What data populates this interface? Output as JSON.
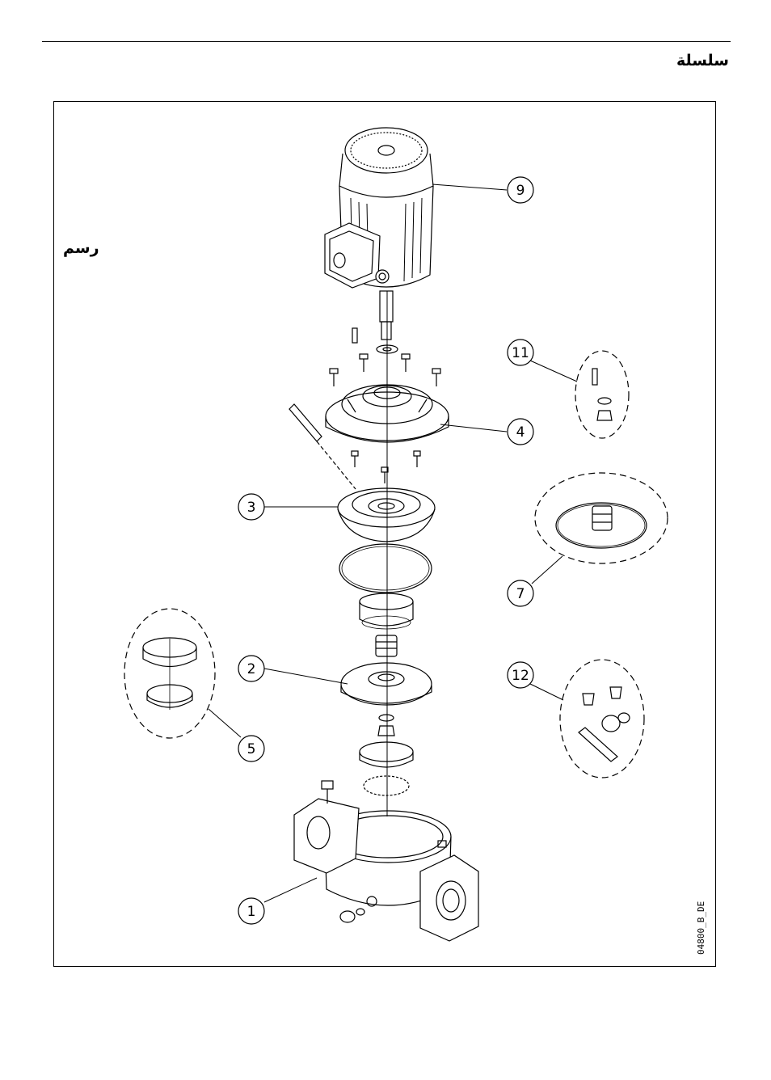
{
  "header": {
    "series_label": "سلسلة"
  },
  "figure": {
    "label": "رسم",
    "drawing_code": "04800_B_DE",
    "callouts": [
      {
        "id": "callout-1",
        "number": "1"
      },
      {
        "id": "callout-2",
        "number": "2"
      },
      {
        "id": "callout-3",
        "number": "3"
      },
      {
        "id": "callout-4",
        "number": "4"
      },
      {
        "id": "callout-5",
        "number": "5"
      },
      {
        "id": "callout-7",
        "number": "7"
      },
      {
        "id": "callout-9",
        "number": "9"
      },
      {
        "id": "callout-11",
        "number": "11"
      },
      {
        "id": "callout-12",
        "number": "12"
      }
    ]
  }
}
